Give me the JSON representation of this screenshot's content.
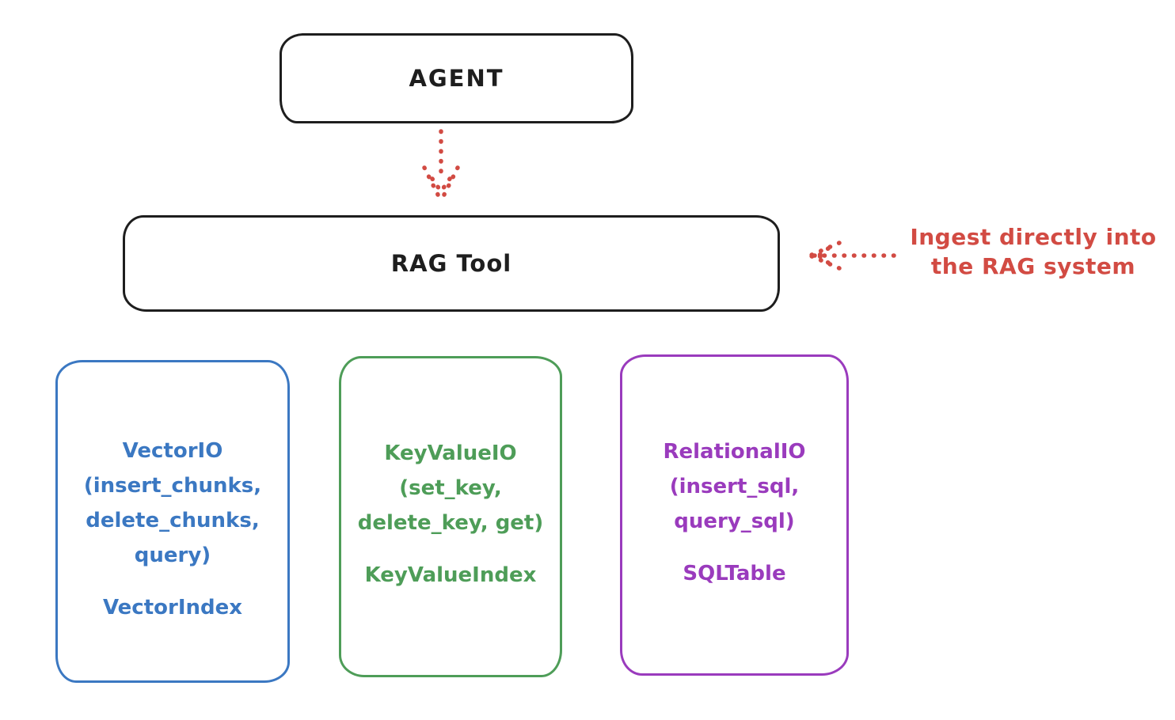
{
  "colors": {
    "ink": "#1e1e1e",
    "red": "#d24b43",
    "blue": "#3b78c2",
    "green": "#4e9d58",
    "purple": "#9a3bbd",
    "background": "#ffffff"
  },
  "nodes": {
    "agent": {
      "label": "AGENT"
    },
    "rag_tool": {
      "label": "RAG Tool"
    }
  },
  "annotation": {
    "line1": "Ingest directly into",
    "line2": "the RAG system"
  },
  "columns": [
    {
      "name": "vector-io",
      "color": "#3b78c2",
      "lines": [
        "VectorIO",
        "(insert_chunks,",
        "delete_chunks,",
        "query)"
      ],
      "index_label": "VectorIndex"
    },
    {
      "name": "key-value-io",
      "color": "#4e9d58",
      "lines": [
        "KeyValueIO",
        "(set_key,",
        "delete_key, get)"
      ],
      "index_label": "KeyValueIndex"
    },
    {
      "name": "relational-io",
      "color": "#9a3bbd",
      "lines": [
        "RelationalIO",
        "(insert_sql,",
        "query_sql)"
      ],
      "index_label": "SQLTable"
    }
  ]
}
